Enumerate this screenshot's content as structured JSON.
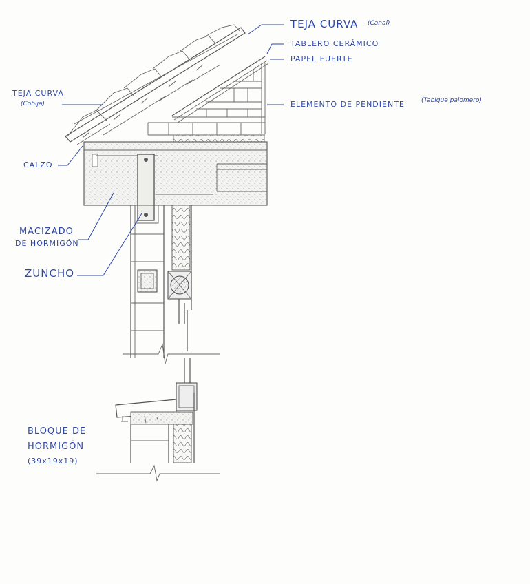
{
  "labels": {
    "teja_curva_canal": "TEJA CURVA",
    "teja_curva_canal_note": "(Canal)",
    "tablero_ceramico": "TABLERO CERÁMICO",
    "papel_fuerte": "PAPEL FUERTE",
    "elemento_pendiente": "ELEMENTO DE PENDIENTE",
    "elemento_pendiente_note": "(Tabique palomero)",
    "teja_curva_cobija": "TEJA CURVA",
    "teja_curva_cobija_note": "(Cobija)",
    "calzo": "CALZO",
    "macizado_1": "MACIZADO",
    "macizado_2": "DE HORMIGÓN",
    "zuncho": "ZUNCHO",
    "bloque_1": "BLOQUE DE",
    "bloque_2": "HORMIGÓN",
    "bloque_3": "(39x19x19)"
  },
  "colors": {
    "ink": "#2e48a8",
    "pencil": "#666666"
  }
}
